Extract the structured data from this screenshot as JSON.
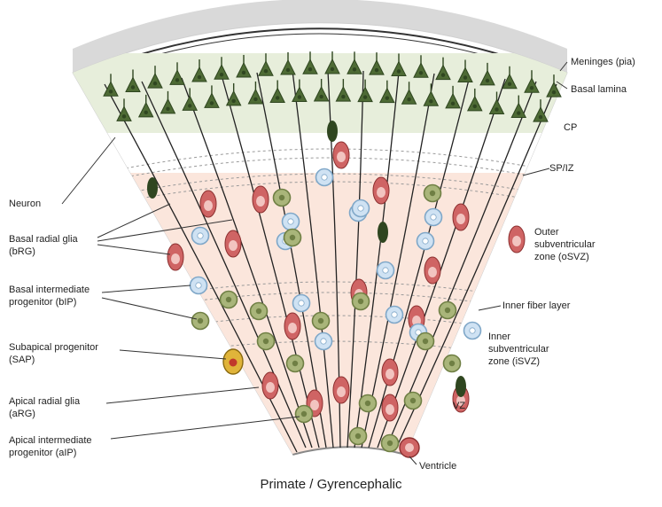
{
  "title": "Primate / Gyrencephalic",
  "colors": {
    "pia": "#d9d9d9",
    "cp_band": "#e7eedb",
    "svz_band": "#fbe6dc",
    "neuron": "#4e6b35",
    "neuron_dark": "#2f4620",
    "radial_glia": "#cf6464",
    "radial_glia_light": "#f2c4c0",
    "intermediate": "#a9b57a",
    "intermediate_ring": "#6f7f44",
    "blue_cell": "#cfe2f3",
    "blue_ring": "#7fa7c8",
    "sap": "#e0b43a",
    "fiber": "#222222"
  },
  "right_labels": {
    "meninges": "Meninges (pia)",
    "basal_lamina": "Basal lamina",
    "cp": "CP",
    "sp_iz": "SP/IZ",
    "osvz": [
      "Outer",
      "subventricular",
      "zone (oSVZ)"
    ],
    "inner_fiber": "Inner fiber layer",
    "isvz": [
      "Inner",
      "subventricular",
      "zone (iSVZ)"
    ],
    "vz": "VZ",
    "ventricle": "Ventricle"
  },
  "left_labels": {
    "neuron": "Neuron",
    "brg": [
      "Basal radial glia",
      "(bRG)"
    ],
    "bip": [
      "Basal intermediate",
      "progenitor (bIP)"
    ],
    "sap": [
      "Subapical progenitor",
      "(SAP)"
    ],
    "arg": [
      "Apical radial glia",
      "(aRG)"
    ],
    "aip": [
      "Apical intermediate",
      "progenitor (aIP)"
    ]
  }
}
